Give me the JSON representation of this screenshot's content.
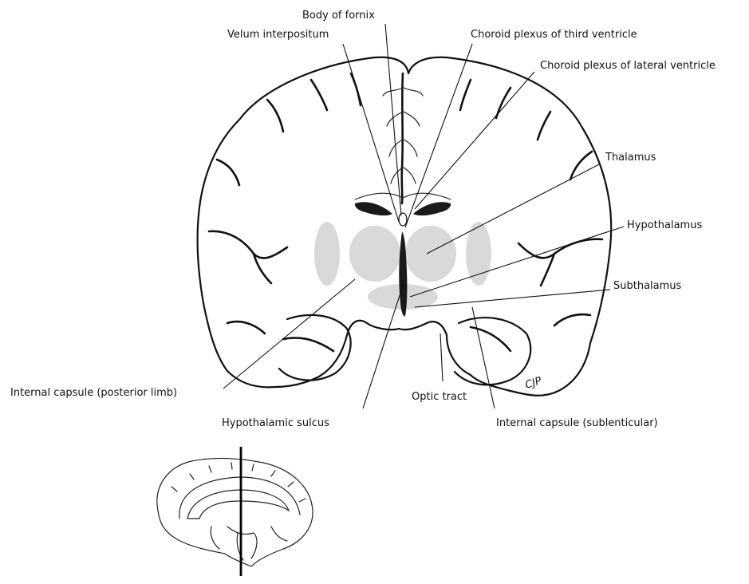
{
  "diagram": {
    "labels": {
      "body_of_fornix": "Body of fornix",
      "velum_interpositum": "Velum interpositum",
      "choroid_third": "Choroid plexus of third ventricle",
      "choroid_lateral": "Choroid plexus of lateral ventricle",
      "thalamus": "Thalamus",
      "hypothalamus": "Hypothalamus",
      "subthalamus": "Subthalamus",
      "internal_capsule_posterior": "Internal capsule (posterior limb)",
      "optic_tract": "Optic tract",
      "hypothalamic_sulcus": "Hypothalamic sulcus",
      "internal_capsule_sublenticular": "Internal capsule (sublenticular)"
    },
    "artist_initials": "CJP"
  }
}
